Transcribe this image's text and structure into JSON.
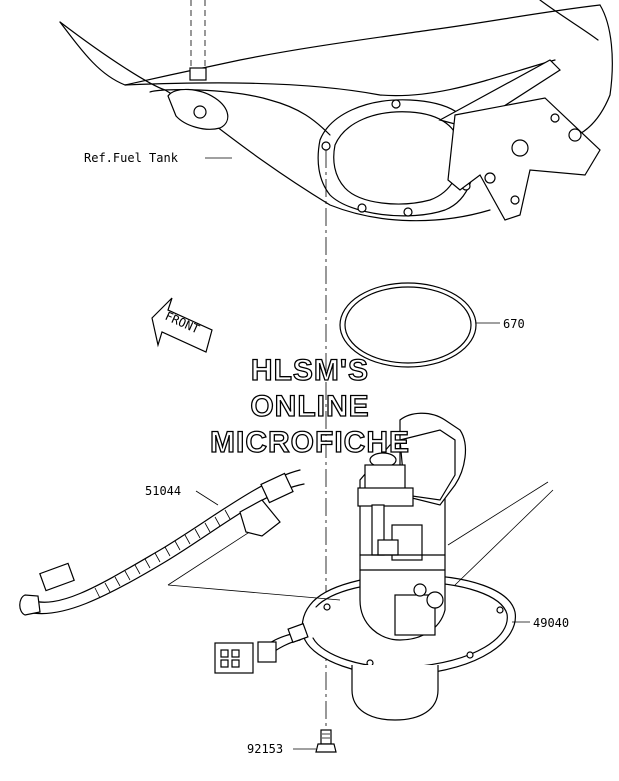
{
  "labels": {
    "ref_fuel_tank": "Ref.Fuel Tank",
    "gasket": "670",
    "fuel_hose": "51044",
    "fuel_pump": "49040",
    "bolt": "92153",
    "front_arrow": "FRONT"
  },
  "watermark": {
    "line1": "HLSM'S",
    "line2": "ONLINE",
    "line3": "MICROFICHE"
  }
}
